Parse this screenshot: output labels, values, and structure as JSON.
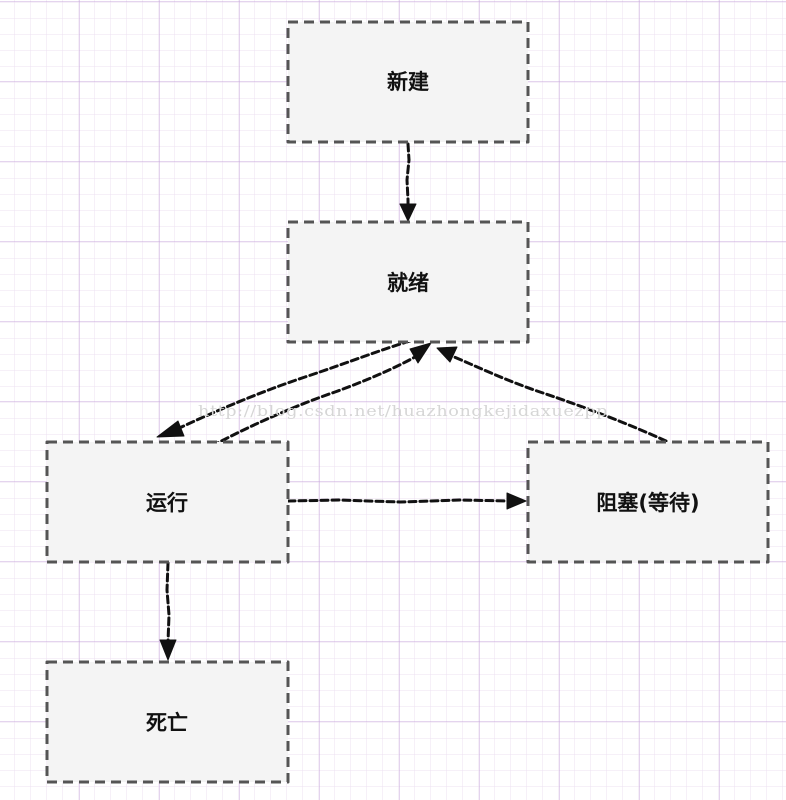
{
  "diagram": {
    "nodes": {
      "new": {
        "label": "新建"
      },
      "ready": {
        "label": "就绪"
      },
      "running": {
        "label": "运行"
      },
      "blocked": {
        "label": "阻塞(等待)"
      },
      "dead": {
        "label": "死亡"
      }
    },
    "edges": [
      {
        "from": "new",
        "to": "ready"
      },
      {
        "from": "ready",
        "to": "running"
      },
      {
        "from": "running",
        "to": "ready"
      },
      {
        "from": "running",
        "to": "blocked"
      },
      {
        "from": "blocked",
        "to": "ready"
      },
      {
        "from": "running",
        "to": "dead"
      }
    ]
  },
  "watermark": "http://blog.csdn.net/huazhongkejidaxuezpp",
  "colors": {
    "grid_major": "#c9a9dc",
    "grid_minor": "#ece0f2",
    "node_fill": "#f4f4f4",
    "node_border": "#555555",
    "edge": "#111111"
  }
}
